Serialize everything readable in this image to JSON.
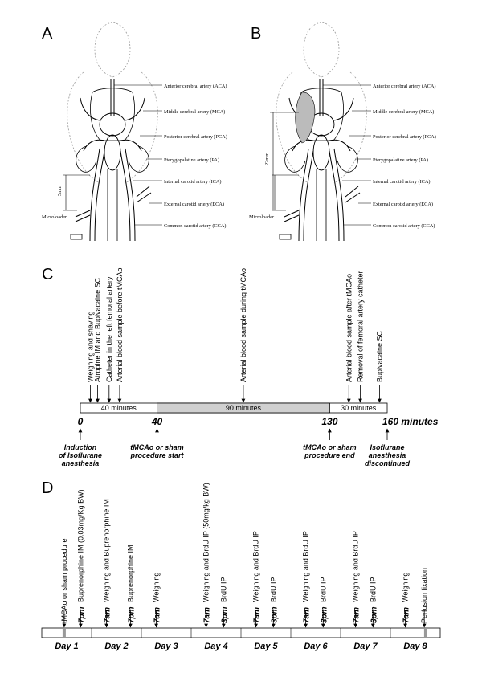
{
  "panels": {
    "a": "A",
    "b": "B",
    "c": "C",
    "d": "D"
  },
  "anatomy": {
    "aca": "Anterior cerebral artery (ACA)",
    "mca": "Middle cerebral artery (MCA)",
    "pca": "Posterior cerebral artery (PCA)",
    "pa": "Pterygopalatine artery (PA)",
    "ica": "Internal carotid artery (ICA)",
    "eca": "External carotid artery (ECA)",
    "cca": "Common carotid artery (CCA)",
    "microloader": "Microloader",
    "dist_a": "5mm",
    "dist_b": "22mm"
  },
  "procedure": {
    "events_top": [
      "Weighing and shaving",
      "Atropine IM and Bupivacaine SC",
      "Catheter in the left femoral artery",
      "Arterial blood sample before tMCAo",
      "Arterial blood sample during tMCAo",
      "Arterial blood sample after tMCAo",
      "Removal of femoral artery catheter",
      "Bupivacaine SC"
    ],
    "segments": [
      "40 minutes",
      "90 minutes",
      "30 minutes"
    ],
    "ticks": [
      "0",
      "40",
      "130",
      "160 minutes"
    ],
    "bottom": [
      [
        "Induction",
        "of Isoflurane",
        "anesthesia"
      ],
      [
        "tMCAo or sham",
        "procedure start"
      ],
      [
        "tMCAo or sham",
        "procedure end"
      ],
      [
        "Isoflurane",
        "anesthesia",
        "discontinued"
      ]
    ]
  },
  "schedule": {
    "days": [
      "Day 1",
      "Day 2",
      "Day 3",
      "Day 4",
      "Day 5",
      "Day 6",
      "Day 7",
      "Day 8"
    ],
    "events": [
      {
        "time": "",
        "label": "tMCAo or sham procedure"
      },
      {
        "time": "7pm",
        "label": "Buprenorphine IM (0.03mg/Kg BW)"
      },
      {
        "time": "7am",
        "label": "Weighing and Buprenorphine IM"
      },
      {
        "time": "7pm",
        "label": "Buprenorphine IM"
      },
      {
        "time": "7am",
        "label": "Weighing"
      },
      {
        "time": "7am",
        "label": "Weighing and BrdU IP (50mg/kg BW)"
      },
      {
        "time": "3pm",
        "label": "BrdU IP"
      },
      {
        "time": "7am",
        "label": "Weighing and BrdU IP"
      },
      {
        "time": "3pm",
        "label": "BrdU IP"
      },
      {
        "time": "7am",
        "label": "Weighing and BrdU IP"
      },
      {
        "time": "3pm",
        "label": "BrdU IP"
      },
      {
        "time": "7am",
        "label": "Weighing and BrdU IP"
      },
      {
        "time": "3pm",
        "label": "BrdU IP"
      },
      {
        "time": "7am",
        "label": "Weighing"
      },
      {
        "time": "",
        "label": "Perfusion fixation"
      }
    ]
  }
}
